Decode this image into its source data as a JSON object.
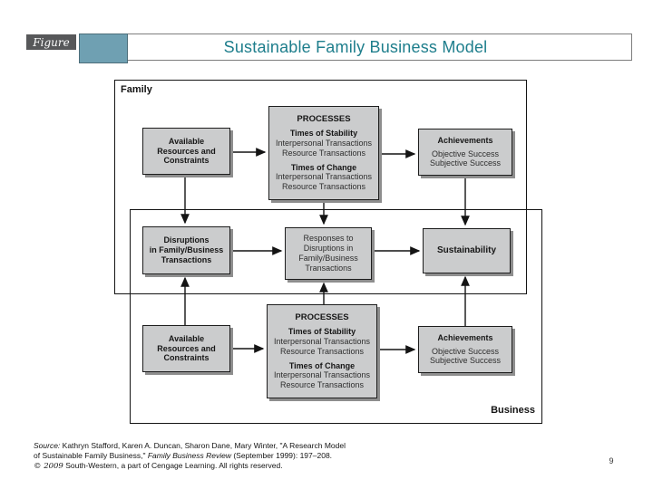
{
  "header": {
    "figure_label": "Figure",
    "title": "Sustainable Family Business Model"
  },
  "colors": {
    "title_teal": "#1e7e8c",
    "accent_teal": "#6fa0b2",
    "figure_tab_gray": "#57585a",
    "box_fill": "#cbcccd",
    "box_shadow_gray": "#8e8e8e",
    "line_black": "#141414"
  },
  "diagram": {
    "family_label": "Family",
    "business_label": "Business",
    "boxes": {
      "resources_top": {
        "lines": [
          "Available",
          "Resources and",
          "Constraints"
        ]
      },
      "processes_top": {
        "title": "PROCESSES",
        "sections": [
          {
            "heading": "Times of Stability",
            "items": [
              "Interpersonal Transactions",
              "Resource Transactions"
            ]
          },
          {
            "heading": "Times of Change",
            "items": [
              "Interpersonal Transactions",
              "Resource Transactions"
            ]
          }
        ]
      },
      "achievements_top": {
        "heading": "Achievements",
        "lines": [
          "Objective Success",
          "Subjective Success"
        ]
      },
      "disruptions": {
        "lines": [
          "Disruptions",
          "in Family/Business",
          "Transactions"
        ]
      },
      "responses": {
        "lines": [
          "Responses to",
          "Disruptions in",
          "Family/Business",
          "Transactions"
        ]
      },
      "sustainability": {
        "label": "Sustainability"
      },
      "resources_bottom": {
        "lines": [
          "Available",
          "Resources and",
          "Constraints"
        ]
      },
      "processes_bottom": {
        "title": "PROCESSES",
        "sections": [
          {
            "heading": "Times of Stability",
            "items": [
              "Interpersonal Transactions",
              "Resource Transactions"
            ]
          },
          {
            "heading": "Times of Change",
            "items": [
              "Interpersonal Transactions",
              "Resource Transactions"
            ]
          }
        ]
      },
      "achievements_bottom": {
        "heading": "Achievements",
        "lines": [
          "Objective Success",
          "Subjective Success"
        ]
      }
    }
  },
  "footer": {
    "source_label": "Source:",
    "line1": " Kathryn Stafford, Karen A. Duncan, Sharon Dane, Mary Winter, \"A Research Model",
    "line2_pre": "of Sustainable Family Business,\" ",
    "line2_italic": "Family Business Review",
    "line2_post": " (September 1999): 197–208.",
    "copyright": "© 2009",
    "line3": " South-Western, a part of Cengage Learning. All rights reserved.",
    "page_number": "9"
  }
}
